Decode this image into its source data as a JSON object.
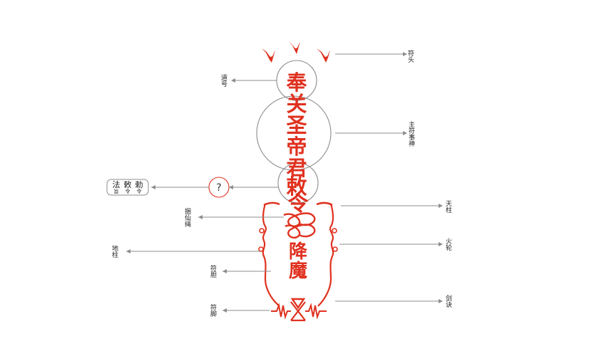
{
  "talisman": {
    "main_chars": [
      "奉",
      "关",
      "圣",
      "帝",
      "君",
      "敕",
      "令"
    ],
    "lower_chars": [
      "降",
      "魔"
    ],
    "question_mark": "?",
    "unknown_box": [
      "法",
      "旨",
      "敕",
      "令",
      "勅",
      "令"
    ]
  },
  "labels": {
    "fu_tou": "符头",
    "dao_hao": "道号",
    "zhu_fu_shi_shen": "主符事神",
    "tian_zhu": "天柱",
    "kun_xian_sheng": "捆仙绳",
    "di_zhu": "地柱",
    "huo_lun": "火轮",
    "fu_dan": "符胆",
    "jian_jue": "剑诀",
    "fu_jiao": "符脚"
  },
  "colors": {
    "accent": "#e0311f",
    "line": "#8c8c8c"
  }
}
